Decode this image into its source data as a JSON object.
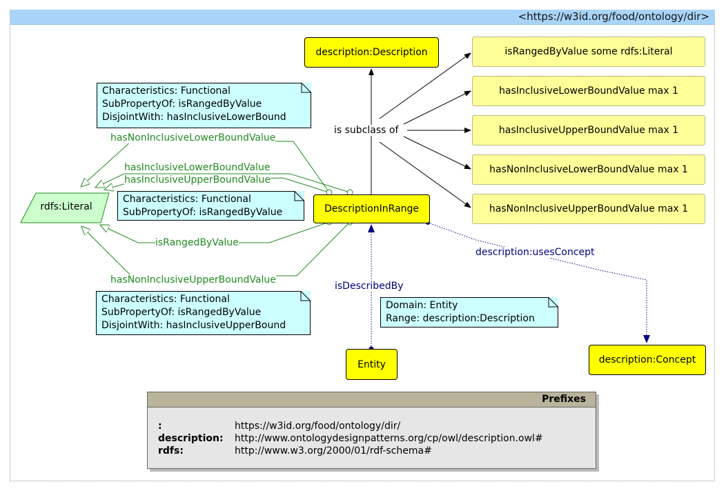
{
  "title": "<https://w3id.org/food/ontology/dir>",
  "classes": {
    "description": "description:Description",
    "description_in_range": "DescriptionInRange",
    "concept": "description:Concept",
    "entity": "Entity"
  },
  "datatype": "rdfs:Literal",
  "restrictions": [
    "isRangedByValue some rdfs:Literal",
    "hasInclusiveLowerBoundValue max 1",
    "hasInclusiveUpperBoundValue max 1",
    "hasNonInclusiveLowerBoundValue max 1",
    "hasNonInclusiveUpperBoundValue max 1"
  ],
  "subclass_label": "is subclass of",
  "edges": {
    "has_non_inclusive_lower": "hasNonInclusiveLowerBoundValue",
    "has_inclusive_lower": "hasInclusiveLowerBoundValue",
    "has_inclusive_upper": "hasInclusiveUpperBoundValue",
    "is_ranged_by_value": "isRangedByValue",
    "has_non_inclusive_upper": "hasNonInclusiveUpperBoundValue",
    "uses_concept": "description:usesConcept",
    "is_described_by": "isDescribedBy"
  },
  "notes": {
    "lower": [
      "Characteristics: Functional",
      "SubPropertyOf: isRangedByValue",
      "DisjointWith: hasInclusiveLowerBound"
    ],
    "inclusive": [
      "Characteristics: Functional",
      "SubPropertyOf: isRangedByValue"
    ],
    "upper": [
      "Characteristics: Functional",
      "SubPropertyOf: isRangedByValue",
      "DisjointWith: hasInclusiveUpperBound"
    ],
    "described": [
      "Domain: Entity",
      "Range: description:Description"
    ]
  },
  "prefixes": {
    "header": "Prefixes",
    "rows": [
      {
        "key": ":",
        "value": "https://w3id.org/food/ontology/dir/"
      },
      {
        "key": "description:",
        "value": "http://www.ontologydesignpatterns.org/cp/owl/description.owl#"
      },
      {
        "key": "rdfs:",
        "value": "http://www.w3.org/2000/01/rdf-schema#"
      }
    ]
  },
  "colors": {
    "class_fill": "#ffff00",
    "restriction_fill": "#ffff99",
    "datatype_fill": "#ccffcc",
    "note_fill": "#ccffff",
    "data_property": "#228b22",
    "object_property": "#000080",
    "title_bar": "#a9d4f7",
    "prefix_header": "#b8b39a"
  }
}
